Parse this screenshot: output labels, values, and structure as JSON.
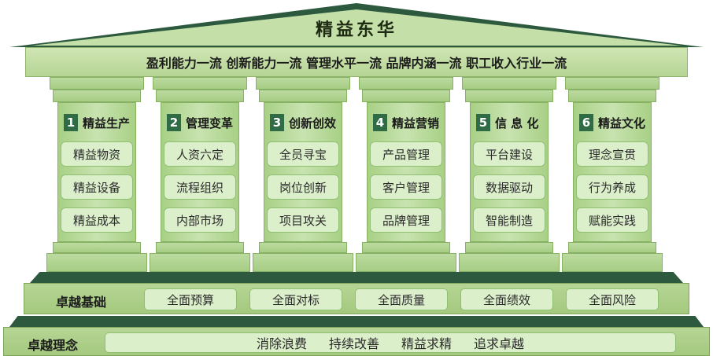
{
  "roof": {
    "title": "精益东华"
  },
  "beam": {
    "text": "盈利能力一流  创新能力一流  管理水平一流  品牌内涵一流  职工收入行业一流"
  },
  "pillars": [
    {
      "number": "1",
      "title": "精益生产",
      "items": [
        "精益物资",
        "精益设备",
        "精益成本"
      ]
    },
    {
      "number": "2",
      "title": "管理变革",
      "items": [
        "人资六定",
        "流程组织",
        "内部市场"
      ]
    },
    {
      "number": "3",
      "title": "创新创效",
      "items": [
        "全员寻宝",
        "岗位创新",
        "项目攻关"
      ]
    },
    {
      "number": "4",
      "title": "精益营销",
      "items": [
        "产品管理",
        "客户管理",
        "品牌管理"
      ]
    },
    {
      "number": "5",
      "title": "信 息 化",
      "items": [
        "平台建设",
        "数据驱动",
        "智能制造"
      ]
    },
    {
      "number": "6",
      "title": "精益文化",
      "items": [
        "理念宣贯",
        "行为养成",
        "赋能实践"
      ]
    }
  ],
  "foundation": {
    "label": "卓越基础",
    "items": [
      "全面预算",
      "全面对标",
      "全面质量",
      "全面绩效",
      "全面风险"
    ]
  },
  "philosophy": {
    "label": "卓越理念",
    "items": [
      "消除浪费",
      "持续改善",
      "精益求精",
      "追求卓越"
    ]
  },
  "colors": {
    "dark_green": "#2d5a3e",
    "light_green": "#b6d595",
    "pill_fill": "#dcefcb",
    "number_badge": "#2f6b45"
  }
}
